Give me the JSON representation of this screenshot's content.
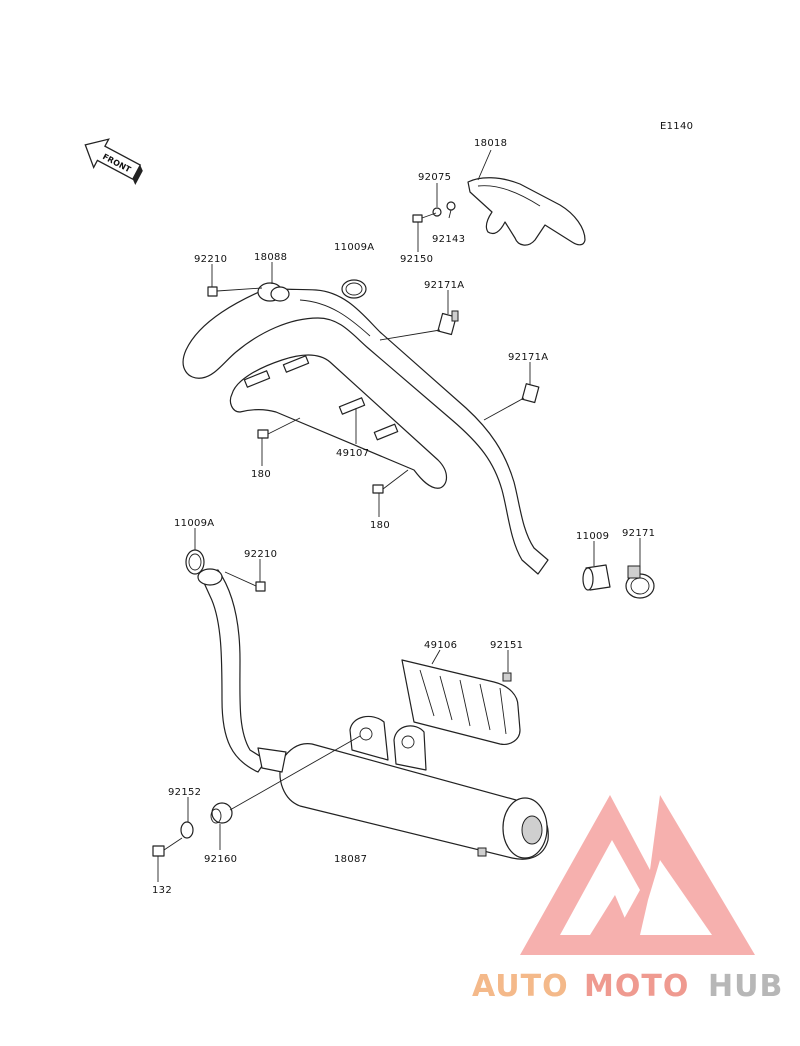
{
  "diagram_code": "E1140",
  "front_arrow": "FRONT",
  "watermark": {
    "auto": "AUTO",
    "moto": "MOTO",
    "hub": "HUB",
    "color_auto": "#f4b98a",
    "color_moto": "#ef9a90",
    "color_hub": "#b7b7b7",
    "logo_color": "#f5a3a0"
  },
  "labels": {
    "p18018": "18018",
    "p92075": "92075",
    "p92143": "92143",
    "p92150": "92150",
    "p92210a": "92210",
    "p18088": "18088",
    "p11009Aa": "11009A",
    "p92171Aa": "92171A",
    "p92171Ab": "92171A",
    "p180a": "180",
    "p49107": "49107",
    "p180b": "180",
    "p11009Ab": "11009A",
    "p92210b": "92210",
    "p11009": "11009",
    "p92171": "92171",
    "p49106": "49106",
    "p92151": "92151",
    "p92152": "92152",
    "p92160": "92160",
    "p18087": "18087",
    "p132": "132"
  }
}
